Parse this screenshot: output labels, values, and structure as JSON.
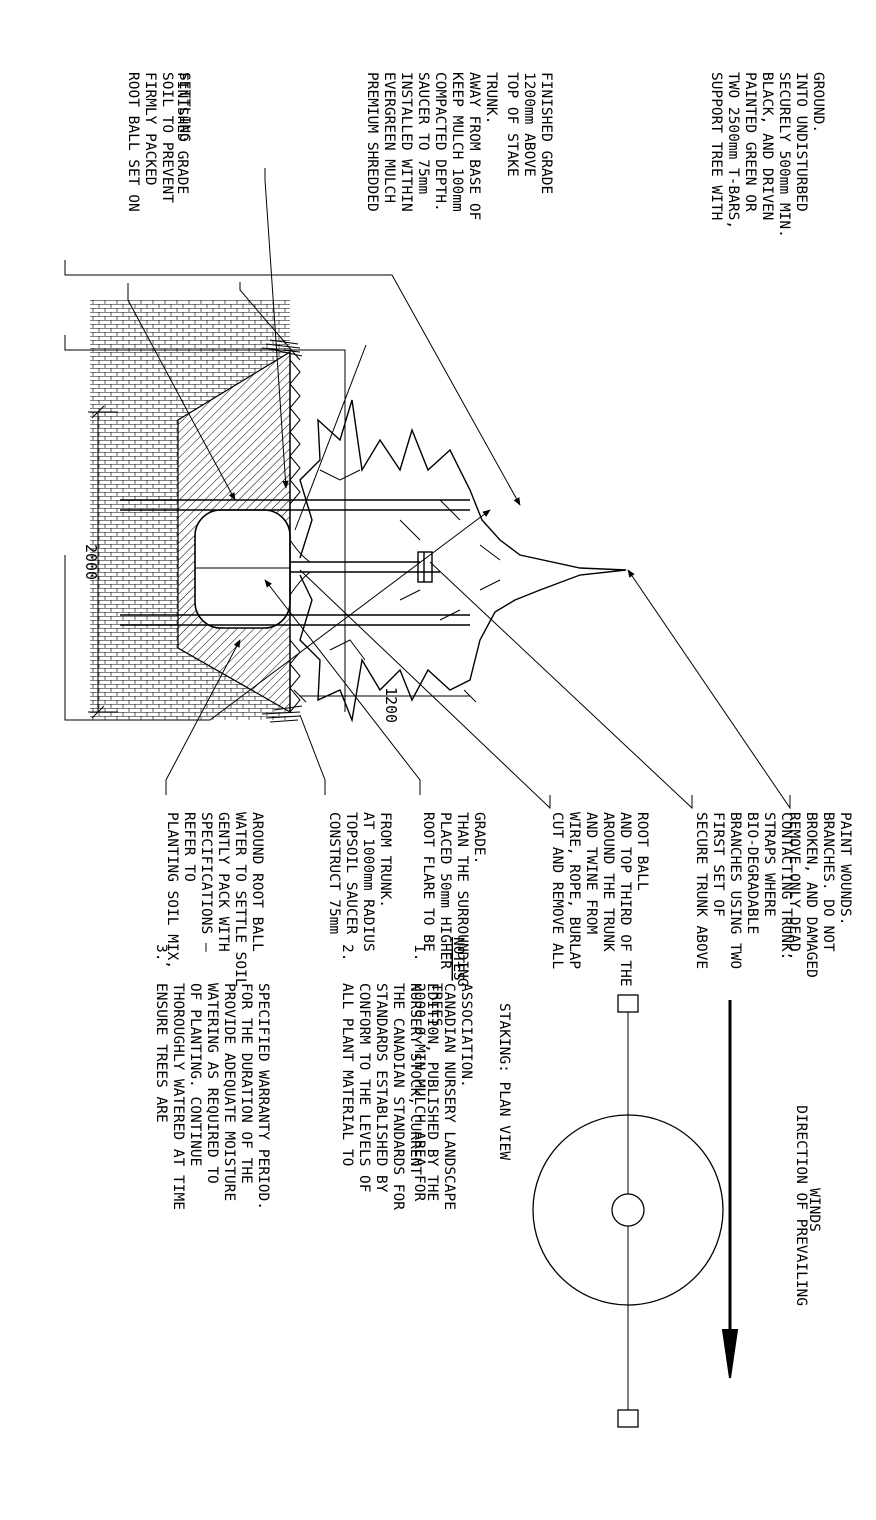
{
  "labels": {
    "support_tree": [
      "SUPPORT TREE WITH",
      "TWO 2500mm T-BARS,",
      "PAINTED GREEN OR",
      "BLACK, AND DRIVEN",
      "SECURELY 500mm MIN.",
      "INTO UNDISTURBED",
      "GROUND."
    ],
    "top_of_stake": [
      "TOP OF STAKE",
      "1200mm ABOVE",
      "FINISHED GRADE"
    ],
    "mulch": [
      "PREMIUM SHREDDED",
      "EVERGREEN MULCH",
      "INSTALLED WITHIN",
      "SAUCER TO 75mm",
      "COMPACTED DEPTH.",
      "KEEP MULCH 100mm",
      "AWAY FROM BASE OF",
      "TRUNK."
    ],
    "finished_grade": [
      "FINISHED GRADE"
    ],
    "root_ball": [
      "ROOT BALL SET ON",
      "FIRMLY PACKED",
      "SOIL TO PREVENT",
      "SETTLING"
    ],
    "remove_dead": [
      "REMOVE ONLY DEAD,",
      "BROKEN, AND DAMAGED",
      "BRANCHES. DO NOT",
      "PAINT WOUNDS."
    ],
    "secure_trunk": [
      "SECURE TRUNK ABOVE",
      "FIRST SET OF",
      "BRANCHES USING TWO",
      "BIO-DEGRADABLE",
      "STRAPS WHERE",
      "CONTACTING TRUNK."
    ],
    "cut_remove": [
      "CUT AND REMOVE ALL",
      "WIRE, ROPE, BURLAP",
      "AND TWINE FROM",
      "AROUND THE TRUNK",
      "AND TOP THIRD OF THE",
      "ROOT BALL"
    ],
    "root_flare": [
      "ROOT FLARE TO BE",
      "PLACED 50mm HIGHER",
      "THAN THE SURROUNDING",
      "GRADE."
    ],
    "saucer": [
      "CONSTRUCT 75mm",
      "TOPSOIL SAUCER",
      "AT 1000mm RADIUS",
      "FROM TRUNK."
    ],
    "planting_soil": [
      "PLANTING SOIL MIX,",
      "REFER TO",
      "SPECIFICATIONS –",
      "GENTLY PACK WITH",
      "WATER TO SETTLE SOIL",
      "AROUND ROOT BALL"
    ]
  },
  "dimensions": {
    "width": "2000",
    "stake_height": "1200"
  },
  "plan_view": {
    "wind_label": [
      "DIRECTION OF PREVAILING",
      "WINDS"
    ],
    "caption": "STAKING:  PLAN VIEW"
  },
  "notes": {
    "heading": "NOTES",
    "items": [
      {
        "num": "1.",
        "lines": [
          "2000 Ø MIN MULCH AREA FOR",
          "TREES."
        ]
      },
      {
        "num": "2.",
        "lines": [
          "ALL PLANT MATERIAL TO",
          "CONFORM TO THE LEVELS OF",
          "STANDARDS ESTABLISHED BY",
          "THE CANADIAN STANDARDS FOR",
          "NURSERY STOCK, CURRENT",
          "EDITION, PUBLISHED BY THE",
          "CANADIAN NURSERY LANDSCAPE",
          "ASSOCIATION."
        ]
      },
      {
        "num": "3.",
        "lines": [
          "ENSURE TREES ARE",
          "THOROUGHLY WATERED AT TIME",
          "OF PLANTING. CONTINUE",
          "WATERING AS REQUIRED TO",
          "PROVIDE ADEQUATE MOISTURE",
          "FOR THE DURATION OF THE",
          "SPECIFIED WARRANTY PERIOD."
        ]
      }
    ]
  }
}
